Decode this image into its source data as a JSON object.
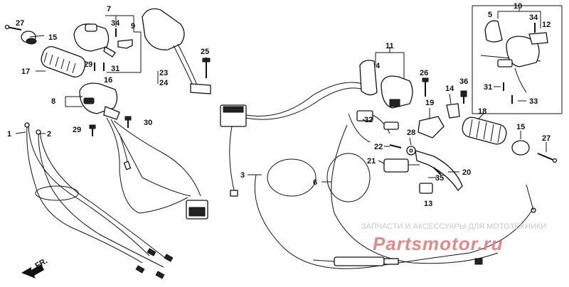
{
  "diagram": {
    "labels": [
      "1",
      "2",
      "3",
      "5",
      "6",
      "7",
      "8",
      "9",
      "10",
      "11",
      "12",
      "13",
      "14",
      "15",
      "16",
      "17",
      "18",
      "19",
      "20",
      "21",
      "22",
      "23",
      "24",
      "25",
      "26",
      "27",
      "28",
      "29",
      "30",
      "31",
      "32",
      "33",
      "34",
      "35",
      "36"
    ],
    "label_23_24": "23",
    "label_24": "24",
    "front_arrow": "FR.",
    "watermark_text": "ЗАПЧАСТИ И АКСЕССУАРЫ ДЛЯ МОТОТЕХНИКИ",
    "watermark_brand": "Partsmotor.ru",
    "watermark_color": "#e08a8a"
  }
}
